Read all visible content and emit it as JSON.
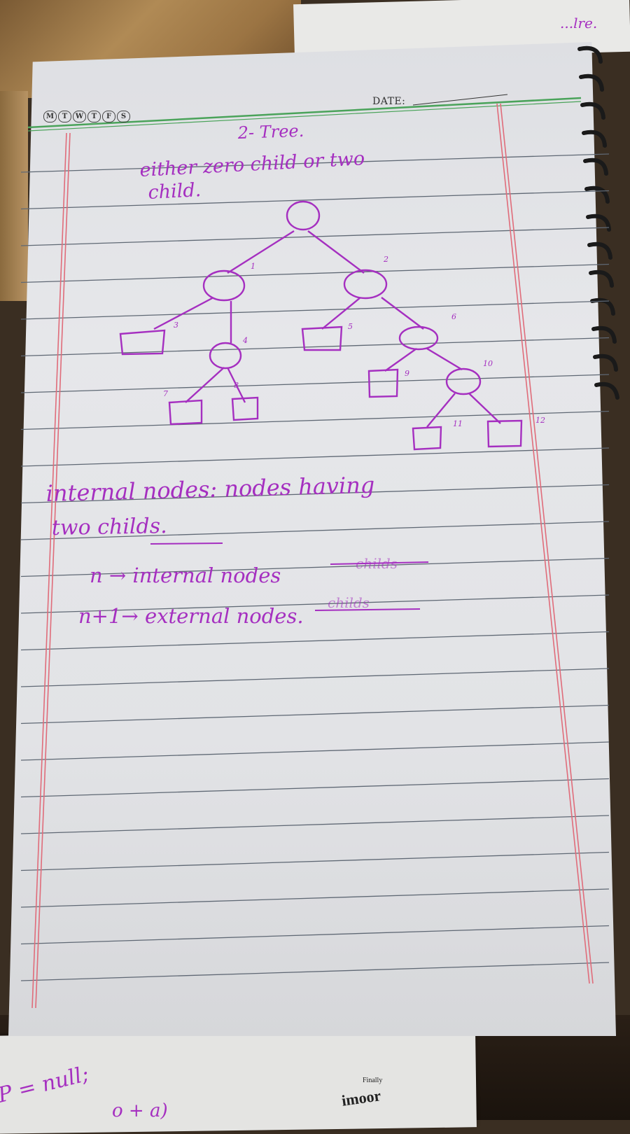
{
  "header": {
    "weekdays": [
      "M",
      "T",
      "W",
      "T",
      "F",
      "S"
    ],
    "date_label": "DATE:"
  },
  "notes": {
    "title": "2- Tree.",
    "line1": "either  zero child or  two",
    "line2": "child.",
    "tree_labels": [
      "1",
      "2",
      "3",
      "4",
      "5",
      "6",
      "7",
      "8",
      "9",
      "10",
      "11",
      "12"
    ],
    "def_line1": "internal  nodes:  nodes  having",
    "def_line2": "two    childs.",
    "formula1": "n → internal nodes",
    "formula1_struck": "childs",
    "formula2": "n+1→  external  nodes.",
    "formula2_struck": "childs"
  },
  "background": {
    "top_scrap": "...lre.",
    "bottom_scrap_line": "P = null;",
    "bottom_scrap_line2": "o + a)",
    "book_small": "Finally",
    "book_title": "imoor"
  },
  "colors": {
    "ink": "#a52fc0",
    "margin_red": "#e06c7a",
    "rule_blue": "#5a6470",
    "header_green": "#4aa35a"
  }
}
